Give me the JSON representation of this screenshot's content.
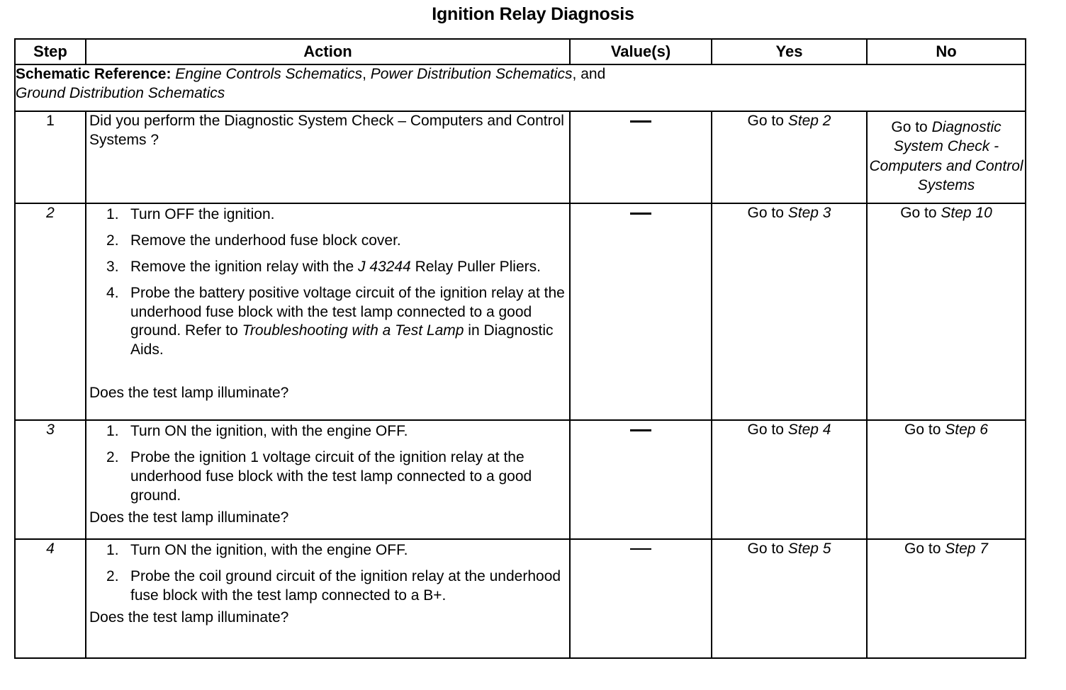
{
  "document": {
    "title": "Ignition Relay Diagnosis"
  },
  "table": {
    "headers": {
      "step": "Step",
      "action": "Action",
      "values": "Value(s)",
      "yes": "Yes",
      "no": "No"
    },
    "schematic_reference": {
      "label": "Schematic Reference:",
      "ref1": "Engine Controls Schematics",
      "sep1": ",",
      "ref2": "Power Distribution Schematics",
      "sep2": ", and",
      "ref3": "Ground Distribution Schematics"
    },
    "rows": [
      {
        "step": "1",
        "question": "Did you perform the Diagnostic System Check  – Computers  and  Control  Systems ?",
        "value": "—",
        "yes": "Go to ",
        "yes_ref": "Step 2",
        "no": "Go to ",
        "no_ref": "Diagnostic System Check - Computers  and  Control  Systems"
      },
      {
        "step": "2",
        "items": [
          {
            "pre": "Turn OFF the ignition.",
            "ref": "",
            "post": ""
          },
          {
            "pre": "Remove the underhood fuse block cover.",
            "ref": "",
            "post": ""
          },
          {
            "pre": "Remove the ignition relay with the ",
            "ref": "J 43244",
            "post": " Relay Puller Pliers."
          },
          {
            "pre": "Probe the battery positive voltage circuit of the ignition relay at the underhood fuse block with the test lamp connected to a good ground. Refer to ",
            "ref": "Troubleshooting with a Test Lamp",
            "post": " in Diagnostic Aids."
          }
        ],
        "tail": "Does the test lamp illuminate?",
        "value": "—",
        "yes": "Go to ",
        "yes_ref": "Step 3",
        "no": "Go to ",
        "no_ref": "Step 10"
      },
      {
        "step": "3",
        "items": [
          {
            "pre": "Turn ON the ignition, with the engine OFF.",
            "ref": "",
            "post": ""
          },
          {
            "pre": "Probe the ignition 1 voltage circuit of the ignition relay at the underhood fuse block with the test lamp connected to a good ground.",
            "ref": "",
            "post": ""
          }
        ],
        "tail": "Does the test lamp illuminate?",
        "value": "—",
        "yes": "Go to ",
        "yes_ref": "Step 4",
        "no": "Go to ",
        "no_ref": "Step 6"
      },
      {
        "step": "4",
        "items": [
          {
            "pre": "Turn ON the ignition, with the engine OFF.",
            "ref": "",
            "post": ""
          },
          {
            "pre": "Probe the coil ground circuit of the ignition relay at the underhood fuse block with the test lamp connected to a B+.",
            "ref": "",
            "post": ""
          }
        ],
        "tail": "Does the test lamp illuminate?",
        "value": "—",
        "yes": "Go to ",
        "yes_ref": "Step 5",
        "no": "Go to ",
        "no_ref": "Step 7"
      }
    ]
  },
  "colors": {
    "ink": "#000000",
    "paper": "#ffffff"
  }
}
